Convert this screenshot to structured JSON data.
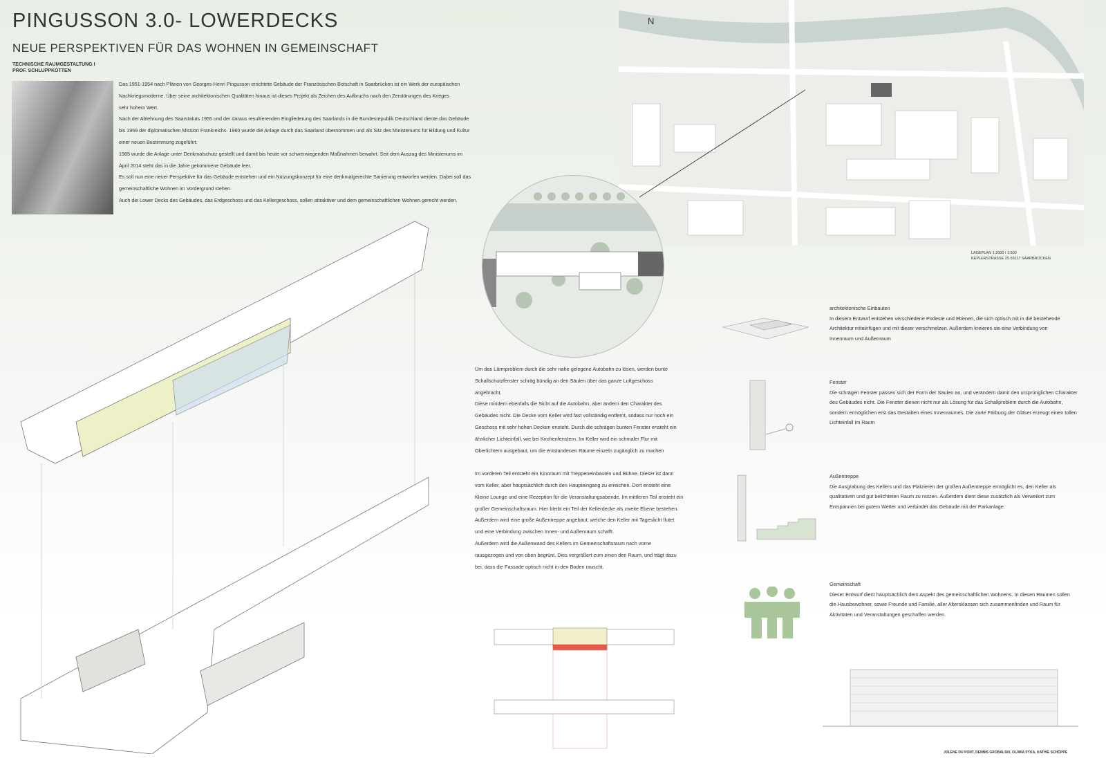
{
  "header": {
    "title": "PINGUSSON 3.0- LOWERDECKS",
    "subtitle": "NEUE PERSPEKTIVEN FÜR DAS WOHNEN IN GEMEINSCHAFT",
    "course": "TECHNISCHE RAUMGESTALTUNG I",
    "professor": "PROF. SCHLUPPKOTTEN"
  },
  "intro": [
    "Das 1951-1954 nach Plänen von Georges-Henri Pingusson errichtete Gebäude der Französischen Botschaft in Saarbrücken ist ein Werk der europäischen",
    "Nachkriegsmoderne. Über seine architektonischen Qualitäten hinaus ist dieses Projekt als Zeichen des Aufbruchs nach den Zerstörungen des Krieges",
    "sehr hohem Wert.",
    "Nach der Ablehnung des Saarstatuts 1955 und der daraus resultierenden Eingliederung des Saarlands in die Bundesrepublik Deutschland diente das Gebäude",
    "bis 1959 der diplomatischen Mission Frankreichs. 1960 wurde die Anlage durch das Saarland übernommen und als Sitz des Ministeriums für Bildung und Kultur",
    "einer neuen Bestimmung zugeführt.",
    "1985 wurde die Anlage unter Denkmalschutz gestellt und damit bis heute vor schwerwiegenden Maßnahmen bewahrt. Seit dem Auszug des Ministeriums im",
    "April 2014 steht das in die Jahre gekommene Gebäude leer.",
    "Es soll nun eine neuer Perspektive für das Gebäude entstehen und ein Nutzungskonzept für eine denkmalgerechte Sanierung entworfen werden. Dabei soll das",
    "gemeinschaftliche Wohnen im Vordergrund stehen.",
    "Auch die Lower Decks des Gebäudes, das Erdgeschoss und das Kellergeschoss, sollen attraktiver und dem gemeinschaftlichen Wohnen gerecht werden."
  ],
  "map": {
    "north": "N",
    "caption1": "LAGEPLAN 1:2000 / 1:500",
    "caption2": "KEPLERSTRASSE 25 66117 SAARBRÜCKEN"
  },
  "body": [
    "Um das Lärmproblem durch die sehr nahe gelegene Autobahn zu lösen, werden bunte",
    "Schallschutzfenster schräg bündig an den Säulen über das ganze Luftgeschoss",
    "angebracht.",
    "Diese mindern ebenfalls die Sicht auf die Autobahn, aber ändern den Charakter des",
    "Gebäudes nicht. Die Decke vom Keller wird fast vollständig entfernt, sodass nur noch ein",
    " Geschoss mit sehr hohen Decken ensteht. Durch die schrägen bunten Fenster ensteht ein",
    "ähnlicher Lichteinfall, wie bei Kirchenfenstern. Im Keller wird ein schmaler Flur mit",
    "Oberlichtern ausgebaut, um die entstandenen Räume einzeln zugänglich zu machen",
    "",
    "Im vorderen Teil entsteht ein Kinoraum mit Treppeneinbauten und Bühne. Dieser ist dann",
    "vom Keller, aber hauptsächlich durch den Haupteingang zu erreichen. Dort ensteht eine",
    "Kleine Lounge und eine Rezeption für die Veranstaltungsabende. Im mittleren Teil ensteht ein",
    "großer Gemeinschaftsraum. Hier bleibt ein Teil der Kellerdecke als zweite Ebene bestehen.",
    "Außerdem wird eine große Außentreppe angebaut, welche den Keller mit Tageslicht flutet",
    "und eine Verbindung zwischen Innen- und Außenraum schafft.",
    "Außerdem wird die Außenwand des Kellers im Gemeinschaftsraum nach vorne",
    "rausgezogen und von oben begrünt. Dies vergrößert zum einen den Raum, und trägt dazu",
    "bei, dass die Fassade optisch nicht in den Boden rauscht."
  ],
  "features": [
    {
      "title": "architektonische Einbauten",
      "text": "In diesem Entwurf entstehen verschiedene Podeste und Ebenen, die sich optisch mit in die bestehende Architektur miteinfügen und mit dieser verschmelzen. Außerdem kreieren sie eine Verbindung von Innenraum und Außenraum"
    },
    {
      "title": "Fenster",
      "text": "Die schrägen Fenster passen sich der Form der Säulen an, und verändern damit den ursprünglichen Charakter des Gebäudes nicht. Die Fenster dienen nicht nur als Lösung für das Schallproblem durch die Autobahn, sondern ermöglichen erst das Gestalten eines Innenraumes. Die zarte Färbung der Gläser erzeugt einen tollen Lichteinfall im Raum"
    },
    {
      "title": "Außentreppe",
      "text": "Die Ausgrabung des Kellers und das Platzieren der großen Außentreppe ermöglicht es, den Keller als qualitativen und gut belichteten Raum zu nutzen. Außerdem dient diese zusätzlich als Verweilort zum Entspannen bei gutem Wetter und verbindet das Gebäude mit der Parkanlage."
    },
    {
      "title": "Gemeinschaft",
      "text": "Dieser Entwurf dient hauptsächlich dem Aspekt des gemeinschaftlichen Wohnens. In diesen Räumen sollen die Hausbewohner, sowie Freunde und Familie, aller Altersklassen sich zusammenfinden und Raum für Aktivitäten und Veranstaltungen geschaffen werden."
    }
  ],
  "credits": "JOLENE DU PONT, DENNIS GROBALSKI, OLIWIA PYKA, KATHIE SCHÖPPE",
  "colors": {
    "accent_green": "#a9c59a",
    "red": "#e05a4a",
    "glass_yellow": "#eef0c8",
    "glass_blue": "#cfe0f0"
  }
}
